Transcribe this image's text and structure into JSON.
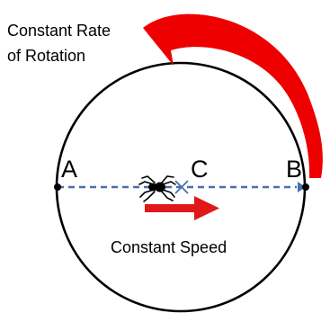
{
  "rotation_label_line1": "Constant Rate",
  "rotation_label_line2": "of Rotation",
  "speed_label": "Constant Speed",
  "points": {
    "a": "A",
    "b": "B",
    "c": "C"
  },
  "colors": {
    "rotation_arrow": "#ee0000",
    "speed_arrow": "#e01818",
    "path_line": "#4a6ea9",
    "circle": "#000000",
    "center_cross": "#4a6ea9"
  },
  "icons": {
    "center_marker": "x-mark",
    "walker": "spider"
  }
}
